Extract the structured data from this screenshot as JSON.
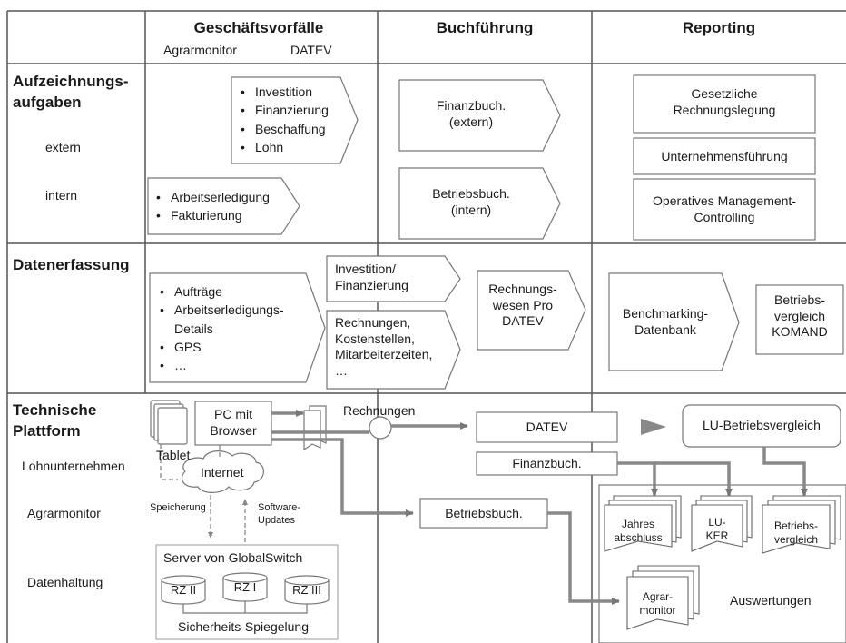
{
  "header": {
    "col_business": "Geschäftsvorfälle",
    "col_business_sub1": "Agrarmonitor",
    "col_business_sub2": "DATEV",
    "col_accounting": "Buchführung",
    "col_reporting": "Reporting"
  },
  "rows": {
    "recording_title": "Aufzeichnungs-aufgaben",
    "recording_external": "extern",
    "recording_internal": "intern",
    "capture_title": "Datenerfassung",
    "platform_title": "Technische Plattform",
    "platform_sub1": "Lohnunternehmen",
    "platform_sub2": "Agrarmonitor",
    "platform_sub3": "Datenhaltung"
  },
  "recording": {
    "ext_business_items": [
      "Investition",
      "Finanzierung",
      "Beschaffung",
      "Lohn"
    ],
    "int_business_items": [
      "Arbeitserledigung",
      "Fakturierung"
    ],
    "ext_accounting": [
      "Finanzbuch.",
      "(extern)"
    ],
    "int_accounting": [
      "Betriebsbuch.",
      "(intern)"
    ],
    "reporting_1": [
      "Gesetzliche",
      "Rechnungslegung"
    ],
    "reporting_2": "Unternehmensführung",
    "reporting_3": [
      "Operatives Management-",
      "Controlling"
    ]
  },
  "capture": {
    "left_items": [
      "Aufträge",
      "Arbeitserledigungs-",
      "Details",
      "GPS",
      "…"
    ],
    "box_invest": [
      "Investition/",
      "Finanzierung"
    ],
    "box_invoices": [
      "Rechnungen,",
      "Kostenstellen,",
      "Mitarbeiterzeiten,",
      "…"
    ],
    "box_rewe": [
      "Rechnungs-",
      "wesen Pro",
      "DATEV"
    ],
    "box_benchmark": [
      "Benchmarking-",
      "Datenbank"
    ],
    "box_komand": [
      "Betriebs-",
      "vergleich",
      "KOMAND"
    ]
  },
  "platform": {
    "pc_label": [
      "PC mit",
      "Browser"
    ],
    "tablet_label": "Tablet",
    "internet_label": "Internet",
    "storage_label": "Speicherung",
    "updates_label": [
      "Software-",
      "Updates"
    ],
    "server_title": "Server von GlobalSwitch",
    "rz": [
      "RZ II",
      "RZ I",
      "RZ III"
    ],
    "mirror_label": "Sicherheits-Spiegelung",
    "invoices_label": "Rechnungen",
    "datev_label": "DATEV",
    "finanzbuch_label": "Finanzbuch.",
    "betriebsbuch_label": "Betriebsbuch.",
    "lu_label": "LU-Betriebsvergleich",
    "doc_jahres": [
      "Jahres",
      "abschluss"
    ],
    "doc_luker": [
      "LU-",
      "KER"
    ],
    "doc_betrieb": [
      "Betriebs-",
      "vergleich"
    ],
    "doc_agrar": [
      "Agrar-",
      "monitor"
    ],
    "evaluations_label": "Auswertungen"
  }
}
